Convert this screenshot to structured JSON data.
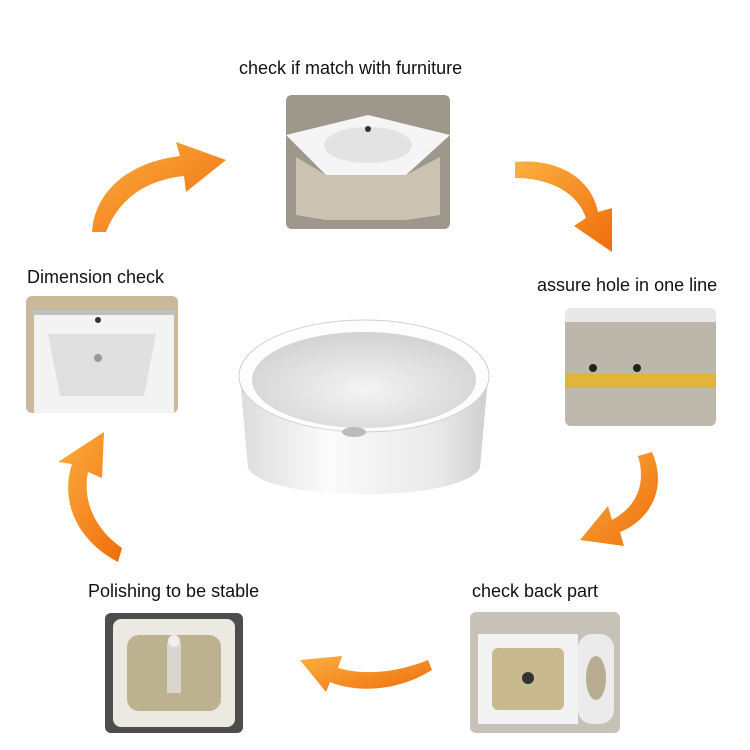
{
  "steps": [
    {
      "label": "check if match with furniture"
    },
    {
      "label": "assure hole in one line"
    },
    {
      "label": "check back part"
    },
    {
      "label": "Polishing to be stable"
    },
    {
      "label": "Dimension check"
    }
  ],
  "colors": {
    "arrow": "#f7931e",
    "arrow_dark": "#e56a0c"
  }
}
